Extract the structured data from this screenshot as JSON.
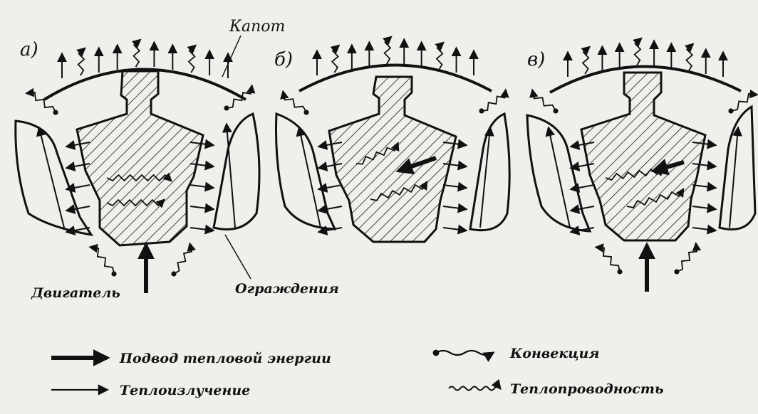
{
  "panels": [
    {
      "letter": "а)"
    },
    {
      "letter": "б)"
    },
    {
      "letter": "в)"
    }
  ],
  "labels": {
    "hood": "Капот",
    "engine": "Двигатель",
    "guards": "Ограждения"
  },
  "legend": {
    "heat_supply": "Подвод тепловой энергии",
    "radiation": "Теплоизлучение",
    "convection": "Конвекция",
    "conduction": "Теплопроводность"
  },
  "colors": {
    "ink": "#111111",
    "paper": "#efefec",
    "hatch": "#1a1a1a"
  }
}
